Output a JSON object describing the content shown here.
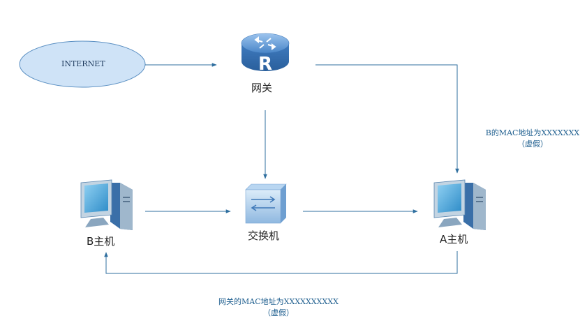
{
  "internet": {
    "label": "INTERNET"
  },
  "gateway": {
    "label": "网关",
    "router_letter": "R"
  },
  "switch": {
    "label": "交换机"
  },
  "host_b": {
    "label": "B主机"
  },
  "host_a": {
    "label": "A主机"
  },
  "note_b_mac": {
    "line1": "B的MAC地址为XXXXXXX",
    "line2": "（虚假）"
  },
  "note_gw_mac": {
    "line1": "网关的MAC地址为XXXXXXXXXX",
    "line2": "（虚假）"
  },
  "colors": {
    "line": "#2f6f9f",
    "ellipse_fill": "#cfe3f7",
    "ellipse_stroke": "#5a8fc2",
    "router": "#4a86c8",
    "text": "#1f5f8f"
  }
}
